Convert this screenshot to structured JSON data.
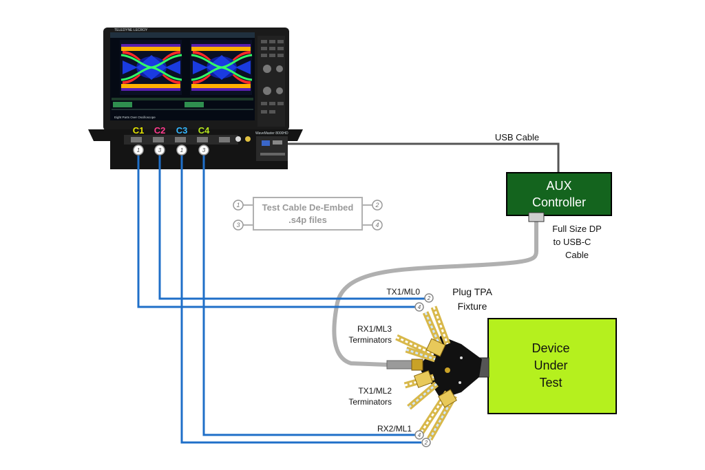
{
  "scope": {
    "brand": "TELEDYNE LECROY",
    "model": "WaveMaster 8000HD",
    "screen_caption": "Eight Parts Over Oscilloscope",
    "channels": [
      {
        "label": "C1",
        "color": "#e6e600",
        "port": "1"
      },
      {
        "label": "C2",
        "color": "#ff3b8d",
        "port": "3"
      },
      {
        "label": "C3",
        "color": "#33b7ff",
        "port": "1"
      },
      {
        "label": "C4",
        "color": "#b5e61d",
        "port": "3"
      }
    ]
  },
  "usb_cable_label": "USB  Cable",
  "aux_controller": {
    "line1": "AUX",
    "line2": "Controller",
    "fill": "#14641e"
  },
  "dp_cable_label": [
    "Full Size DP",
    "to USB-C",
    "Cable"
  ],
  "deembed": {
    "line1": "Test Cable De-Embed",
    "line2": ".s4p files",
    "ports": [
      "1",
      "2",
      "3",
      "4"
    ]
  },
  "fixture": {
    "title": [
      "Plug TPA",
      "Fixture"
    ],
    "tx1_ml0": "TX1/ML0",
    "rx1_ml3": [
      "RX1/ML3",
      "Terminators"
    ],
    "tx1_ml2": [
      "TX1/ML2",
      "Terminators"
    ],
    "rx2_ml1": "RX2/ML1",
    "ports": {
      "top_a": "2",
      "top_b": "4",
      "bot_a": "4",
      "bot_b": "2"
    }
  },
  "dut": {
    "line1": "Device",
    "line2": "Under",
    "line3": "Test",
    "fill": "#b5f01e"
  },
  "colors": {
    "coax": "#1f6fc8",
    "cable_gray": "#b0b0b0",
    "usb_cable": "#555555"
  }
}
